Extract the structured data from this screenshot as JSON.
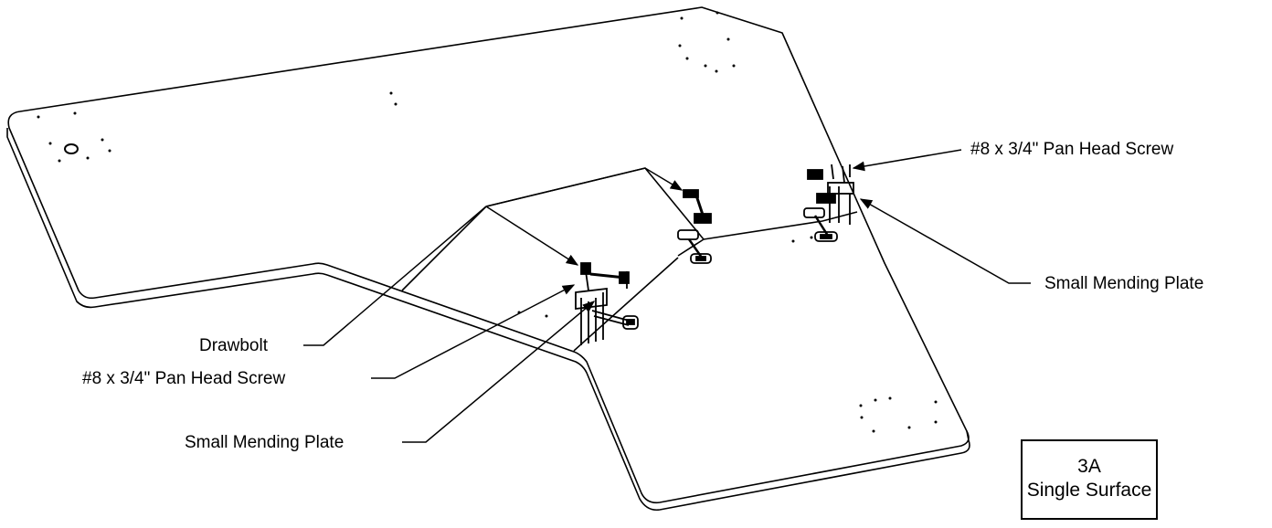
{
  "callouts": {
    "screw_right": "#8 x 3/4\" Pan Head Screw",
    "plate_right": "Small Mending Plate",
    "drawbolt": "Drawbolt",
    "screw_left": "#8 x 3/4\" Pan Head Screw",
    "plate_left": "Small Mending Plate"
  },
  "title_block": {
    "step": "3A",
    "name": "Single Surface"
  }
}
